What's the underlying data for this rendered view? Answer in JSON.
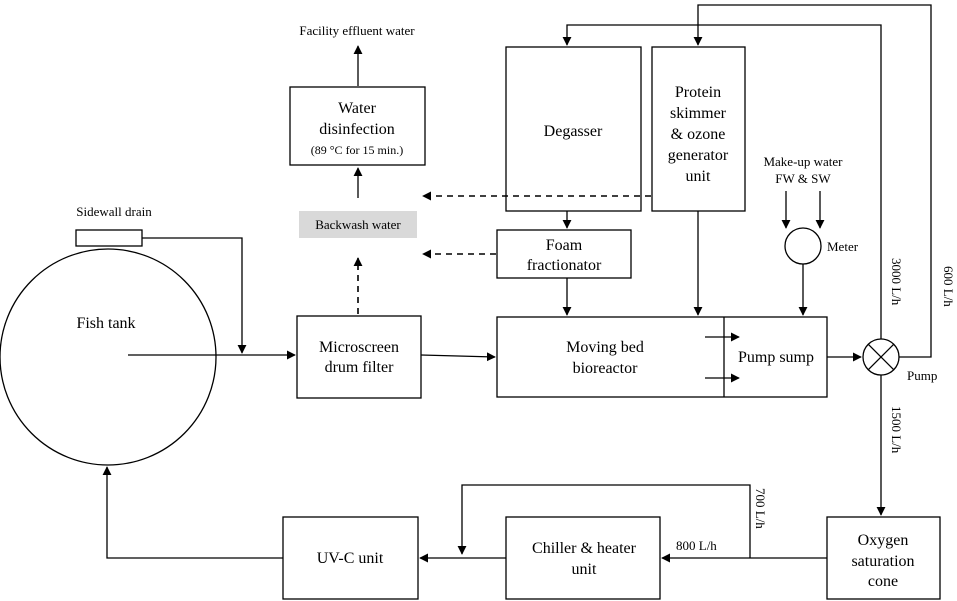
{
  "nodes": {
    "fish_tank": "Fish tank",
    "sidewall_drain": "Sidewall drain",
    "microscreen": [
      "Microscreen",
      "drum filter"
    ],
    "backwash": "Backwash water",
    "disinfection": [
      "Water",
      "disinfection",
      "(89 °C for 15 min.)"
    ],
    "effluent": "Facility effluent water",
    "degasser": "Degasser",
    "protein_skimmer": [
      "Protein",
      "skimmer",
      "& ozone",
      "generator",
      "unit"
    ],
    "foam_fractionator": [
      "Foam",
      "fractionator"
    ],
    "bioreactor": [
      "Moving bed",
      "bioreactor"
    ],
    "pump_sump": "Pump sump",
    "makeup_water": [
      "Make-up water",
      "FW & SW"
    ],
    "meter": "Meter",
    "pump": "Pump",
    "oxygen_cone": [
      "Oxygen",
      "saturation",
      "cone"
    ],
    "chiller": [
      "Chiller & heater",
      "unit"
    ],
    "uvc": "UV-C unit"
  },
  "flows": {
    "f3000": "3000 L/h",
    "f600": "600 L/h",
    "f1500": "1500 L/h",
    "f700": "700 L/h",
    "f800": "800 L/h"
  },
  "colors": {
    "line": "#000000",
    "backwash_fill": "#d9d9d9"
  }
}
